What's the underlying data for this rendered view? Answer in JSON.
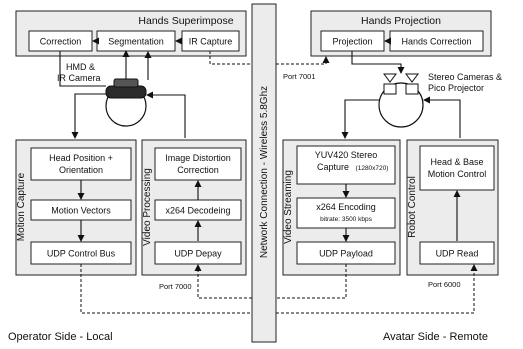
{
  "operator": {
    "hands_superimpose": {
      "title": "Hands Superimpose",
      "correction": "Correction",
      "segmentation": "Segmentation",
      "ir_capture": "IR Capture"
    },
    "hmd_label": [
      "HMD &",
      "IR Camera"
    ],
    "motion_capture": {
      "title": "Motion Capture",
      "head_position": [
        "Head Position +",
        "Orientation"
      ],
      "motion_vectors": "Motion Vectors",
      "udp_control_bus": "UDP Control Bus"
    },
    "video_processing": {
      "title": "Video Processing",
      "image_distortion": [
        "Image Distortion",
        "Correction"
      ],
      "x264_decoding": "x264 Decodeing",
      "udp_depay": "UDP Depay"
    },
    "side_label": "Operator Side - Local"
  },
  "network": {
    "label": "Network Connection - Wireless 5.8Ghz",
    "port_7001": "Port 7001",
    "port_7000": "Port 7000",
    "port_6000": "Port 6000"
  },
  "avatar": {
    "hands_projection": {
      "title": "Hands Projection",
      "projection": "Projection",
      "hands_correction": "Hands Correction"
    },
    "stereo_label": [
      "Stereo Cameras &",
      "Pico Projector"
    ],
    "video_streaming": {
      "title": "Video Streaming",
      "yuv_capture": [
        "YUV420 Stereo",
        "Capture"
      ],
      "yuv_resolution": "(1280x720)",
      "x264_encoding": "x264 Encoding",
      "bitrate": "bitrate: 3500 kbps",
      "udp_payload": "UDP Payload"
    },
    "robot_control": {
      "title": "Robot Control",
      "head_base": [
        "Head & Base",
        "Motion Control"
      ],
      "udp_read": "UDP Read"
    },
    "side_label": "Avatar Side - Remote"
  }
}
